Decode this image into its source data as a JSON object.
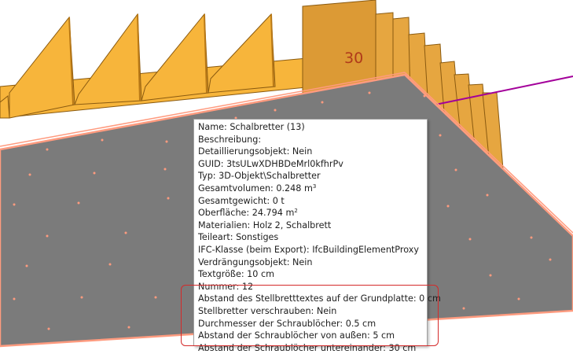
{
  "scene": {
    "plate_label": "30",
    "colors": {
      "panel_fill": "#f7b53b",
      "panel_dark": "#d8922a",
      "board_fill": "#7b7b7b",
      "board_edge": "#ff9b7f",
      "axis_line": "#a3009a",
      "highlight": "#d42a2a"
    }
  },
  "properties": {
    "name": "Name: Schalbretter (13)",
    "description": "Beschreibung:",
    "detail_object": "Detaillierungsobjekt: Nein",
    "guid": "GUID: 3tsULwXDHBDeMrl0kfhrPv",
    "type": "Typ: 3D-Objekt\\Schalbretter",
    "volume_label": "Gesamtvolumen: 0.248 m",
    "volume_unit_exp": "3",
    "weight": "Gesamtgewicht: 0 t",
    "surface_label": "Oberfläche: 24.794 m",
    "surface_unit_exp": "2",
    "materials": "Materialien: Holz 2, Schalbrett",
    "part_type": "Teileart: Sonstiges",
    "ifc_class": "IFC-Klasse (beim Export): IfcBuildingElementProxy",
    "displacement": "Verdrängungsobjekt: Nein",
    "text_size": "Textgröße: 10 cm",
    "number": "Nummer: 12",
    "text_distance": "Abstand des Stellbretttextes auf der Grundplatte: 0 cm",
    "screw_boards": "Stellbretter verschrauben: Nein",
    "hole_diameter": "Durchmesser der Schraublöcher: 0.5 cm",
    "hole_edge_distance": "Abstand der Schraublöcher von außen: 5 cm",
    "hole_spacing": "Abstand der Schraublöcher untereinander: 30 cm"
  }
}
